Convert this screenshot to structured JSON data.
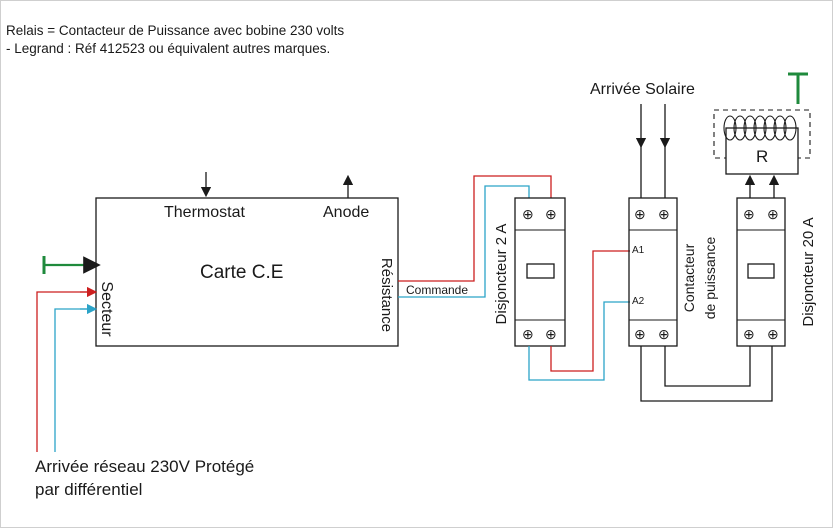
{
  "notes": {
    "line1": "Relais =  Contacteur de Puissance avec bobine 230 volts",
    "line2": "- Legrand : Réf 412523  ou équivalent autres marques."
  },
  "board": {
    "title": "Carte C.E",
    "thermostat": "Thermostat",
    "anode": "Anode",
    "secteur": "Secteur",
    "resistance": "Résistance"
  },
  "wires": {
    "commande": "Commande"
  },
  "breaker_2a": {
    "label": "Disjoncteur 2  A"
  },
  "contactor": {
    "label_line1": "Contacteur",
    "label_line2": "de puissance",
    "a1": "A1",
    "a2": "A2"
  },
  "breaker_20a": {
    "label": "Disjoncteur 20 A"
  },
  "solar": {
    "label": "Arrivée Solaire"
  },
  "resistor": {
    "label": "R"
  },
  "mains": {
    "line1": "Arrivée réseau 230V Protégé",
    "line2": "par différentiel"
  },
  "colors": {
    "phase": "#cc1f1f",
    "neutral": "#2ba3c8",
    "earth": "#1f8a3c",
    "line": "#1a1a1a"
  }
}
